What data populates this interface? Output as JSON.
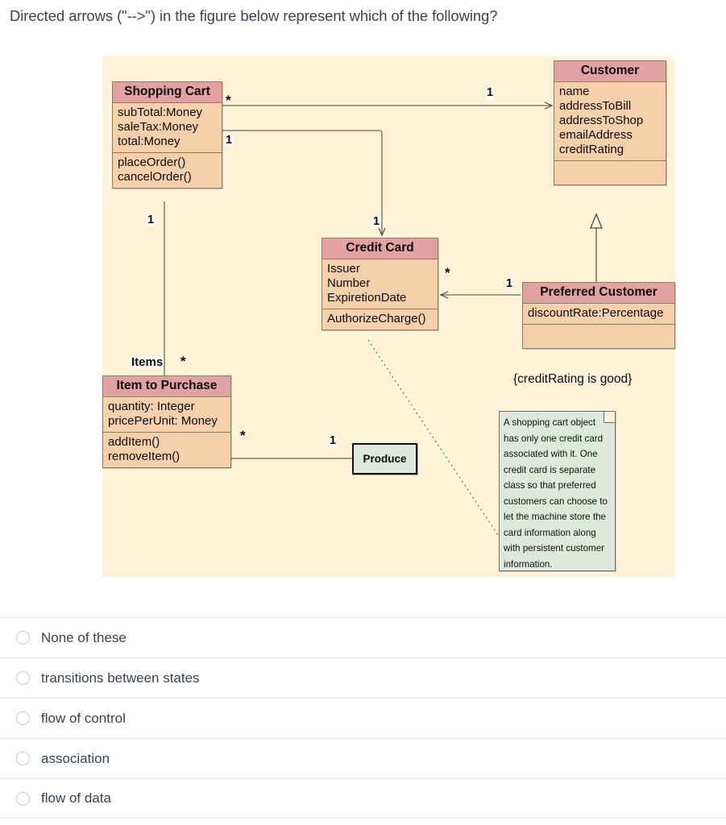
{
  "question": {
    "stem": "Directed arrows (\"-->\") in the figure below represent which of the following?"
  },
  "diagram": {
    "type": "uml-class-diagram",
    "background_color": "#fdf3d9",
    "header_color": "#e3a2a2",
    "body_color": "#f6cfab",
    "note_color": "#dfe8dc",
    "classes": [
      {
        "id": "shopping-cart",
        "name": "Shopping Cart",
        "attributes": [
          "subTotal:Money",
          "saleTax:Money",
          "total:Money"
        ],
        "operations": [
          "placeOrder()",
          "cancelOrder()"
        ]
      },
      {
        "id": "customer",
        "name": "Customer",
        "attributes": [
          "name",
          "addressToBill",
          "addressToShop",
          "emailAddress",
          "creditRating"
        ],
        "operations": []
      },
      {
        "id": "credit-card",
        "name": "Credit Card",
        "attributes": [
          "Issuer",
          "Number",
          "ExpiretionDate"
        ],
        "operations": [
          "AuthorizeCharge()"
        ]
      },
      {
        "id": "preferred-customer",
        "name": "Preferred Customer",
        "attributes": [
          "discountRate:Percentage"
        ],
        "operations": []
      },
      {
        "id": "item-to-purchase",
        "name": "Item to Purchase",
        "attributes": [
          "quantity: Integer",
          "pricePerUnit: Money"
        ],
        "operations": [
          "addItem()",
          "removeItem()"
        ]
      }
    ],
    "action_box": {
      "label": "Produce"
    },
    "note": {
      "text": "A shopping cart object has only one credit card associated with it. One credit card is separate class so that preferred customers can choose to let the machine store the card information along with persistent customer information."
    },
    "constraint": {
      "text": "{creditRating is  good}"
    },
    "multiplicities": {
      "cart_to_customer_source": "*",
      "cart_to_customer_target": "1",
      "cart_to_creditcard_source": "1",
      "cart_to_creditcard_target": "1",
      "creditcard_from_preferred_source": "*",
      "preferred_to_creditcard_target": "1",
      "cart_to_items_source": "1",
      "items_role": "Items",
      "items_target": "*",
      "item_to_produce_source": "*",
      "item_to_produce_target": "1"
    }
  },
  "answers": {
    "options": [
      {
        "label": "None of these",
        "selected": false
      },
      {
        "label": "transitions between states",
        "selected": false
      },
      {
        "label": "flow of control",
        "selected": false
      },
      {
        "label": "association",
        "selected": false
      },
      {
        "label": "flow of data",
        "selected": false
      }
    ]
  }
}
